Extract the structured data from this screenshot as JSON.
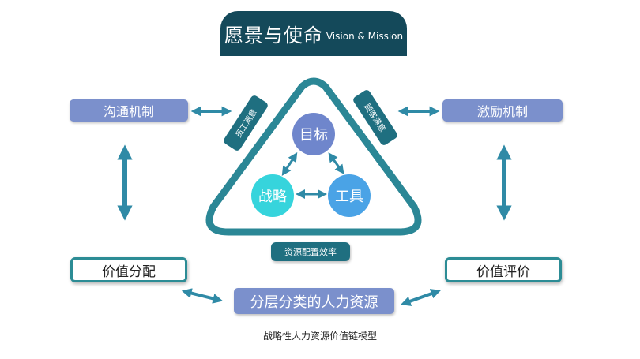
{
  "title": {
    "cn": "愿景与使命",
    "en": "Vision & Mission"
  },
  "triangle": {
    "nodes": {
      "goal": "目标",
      "strategy": "战略",
      "tool": "工具"
    },
    "labels": {
      "left": "员工满意",
      "right": "顾客满意",
      "bottom": "资源配置效率"
    }
  },
  "boxes": {
    "communication": "沟通机制",
    "incentive": "激励机制",
    "distribution": "价值分配",
    "evaluation": "价值评价",
    "resources": "分层分类的人力资源"
  },
  "caption": "战略性人力资源价值链模型",
  "colors": {
    "title_bg": "#14495a",
    "blue_box": "#7b90cc",
    "teal": "#2c8c95",
    "arrow": "#2f8aa6",
    "node_goal": "#6f86cc",
    "node_strategy": "#36d4dc",
    "node_tool": "#4aa3e6"
  }
}
